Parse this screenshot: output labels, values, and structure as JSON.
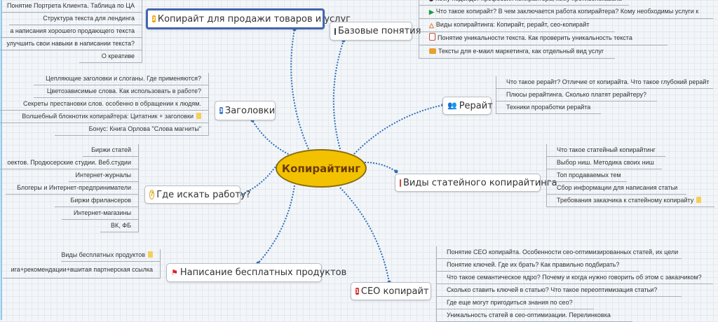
{
  "central": {
    "label": "Копирайтинг"
  },
  "topics": [
    {
      "id": "sales",
      "label": "Копирайт для продажи товаров и услуг",
      "icon": "priority-2-icon",
      "badge": "2",
      "selected": true,
      "children": [
        {
          "label": "Понятие Портрета Клиента. Таблица по ЦА"
        },
        {
          "label": "Структура текста для лендинга"
        },
        {
          "label": "а написания хорошего продающего текста"
        },
        {
          "label": "улучшить свои навыки в написании текста?"
        },
        {
          "label": "О креативе"
        }
      ]
    },
    {
      "id": "basics",
      "label": "Базовые понятия",
      "icon": "card-icon",
      "children": [
        {
          "label": "Кому подойдет профессия копирайтера, кому противопоказана",
          "icon": "dot-icon"
        },
        {
          "label": "Что такое копирайт? В чем заключается работа копирайтера? Кому необходимы услуги к",
          "icon": "green-flag-icon"
        },
        {
          "label": "Виды копирайтинга: Копирайт, рерайт, сео-копирайт",
          "icon": "warning-icon"
        },
        {
          "label": "Понятие уникальности текста. Как проверить уникальность текста",
          "icon": "document-icon"
        },
        {
          "label": "Тексты для е-маил маркетинга, как отдельный вид услуг",
          "icon": "mail-icon"
        }
      ]
    },
    {
      "id": "headlines",
      "label": "Заголовки",
      "icon": "priority-3-icon",
      "badge": "3",
      "children": [
        {
          "label": "Цепляющие заголовки и слоганы. Где применяются?"
        },
        {
          "label": "Цветозависимые слова. Как использовать в работе?"
        },
        {
          "label": "Секреты престановки слов. особенно в обращении к людям."
        },
        {
          "label": "Волшебный блокнотик копирайтера: Цитатник + заголовки",
          "note": true
        },
        {
          "label": "Бонус: Книга Орлова \"Слова магниты\""
        }
      ]
    },
    {
      "id": "rewrite",
      "label": "Рерайт",
      "icon": "people-icon",
      "children": [
        {
          "label": "Что такое рерайт? Отличие от копирайта. Что такое глубокий рерайт"
        },
        {
          "label": "Плюсы рерайтинга. Сколько платят рерайтеру?"
        },
        {
          "label": "Техники проработки рерайта"
        }
      ]
    },
    {
      "id": "jobs",
      "label": "Где искать работу?",
      "icon": "question-icon",
      "children": [
        {
          "label": "Биржи статей"
        },
        {
          "label": "оектов. Продюсерские студии. Веб.студии"
        },
        {
          "label": "Интернет-журналы"
        },
        {
          "label": "Блогеры и Интернет-предприниматели"
        },
        {
          "label": "Биржи фрилансеров"
        },
        {
          "label": "Интернет-магазины"
        },
        {
          "label": "ВК, ФБ"
        }
      ]
    },
    {
      "id": "articles",
      "label": "Виды статейного копирайтинга",
      "icon": "document-icon",
      "children": [
        {
          "label": "Что такое статейный копирайтинг"
        },
        {
          "label": "Выбор ниш. Методика своих ниш"
        },
        {
          "label": "Топ продаваемых тем"
        },
        {
          "label": "Сбор информации для написания статьи"
        },
        {
          "label": "Требования заказчика к статейному копирайту",
          "note": true
        }
      ]
    },
    {
      "id": "free",
      "label": "Написание бесплатных продуктов",
      "icon": "red-flag-icon",
      "children": [
        {
          "label": "Виды бесплатных продуктов",
          "note": true
        },
        {
          "label": "ига+рекомендации+вшитая партнерская ссылка"
        }
      ]
    },
    {
      "id": "seo",
      "label": "СЕО копирайт",
      "icon": "priority-1-icon",
      "badge": "1",
      "note": true,
      "children": [
        {
          "label": "Понятие СЕО копирайта. Особенности сео-оптимизированных статей, их цели"
        },
        {
          "label": "Понятие ключей. Где их брать? Как правильно подбирать?"
        },
        {
          "label": "Что такое семантическое ядро? Почему и когда нужно говорить об этом с заказчиком?"
        },
        {
          "label": "Сколько ставить ключей в статью? Что такое переоптимизация статьи?"
        },
        {
          "label": "Где еще могут пригодиться знания по сео?"
        },
        {
          "label": "Уникальность статей в сео-оптимизации. Перелинковка"
        }
      ]
    }
  ],
  "colors": {
    "central": "#f2c200",
    "link": "#2f6fb8",
    "selected_border": "#4466b0"
  }
}
